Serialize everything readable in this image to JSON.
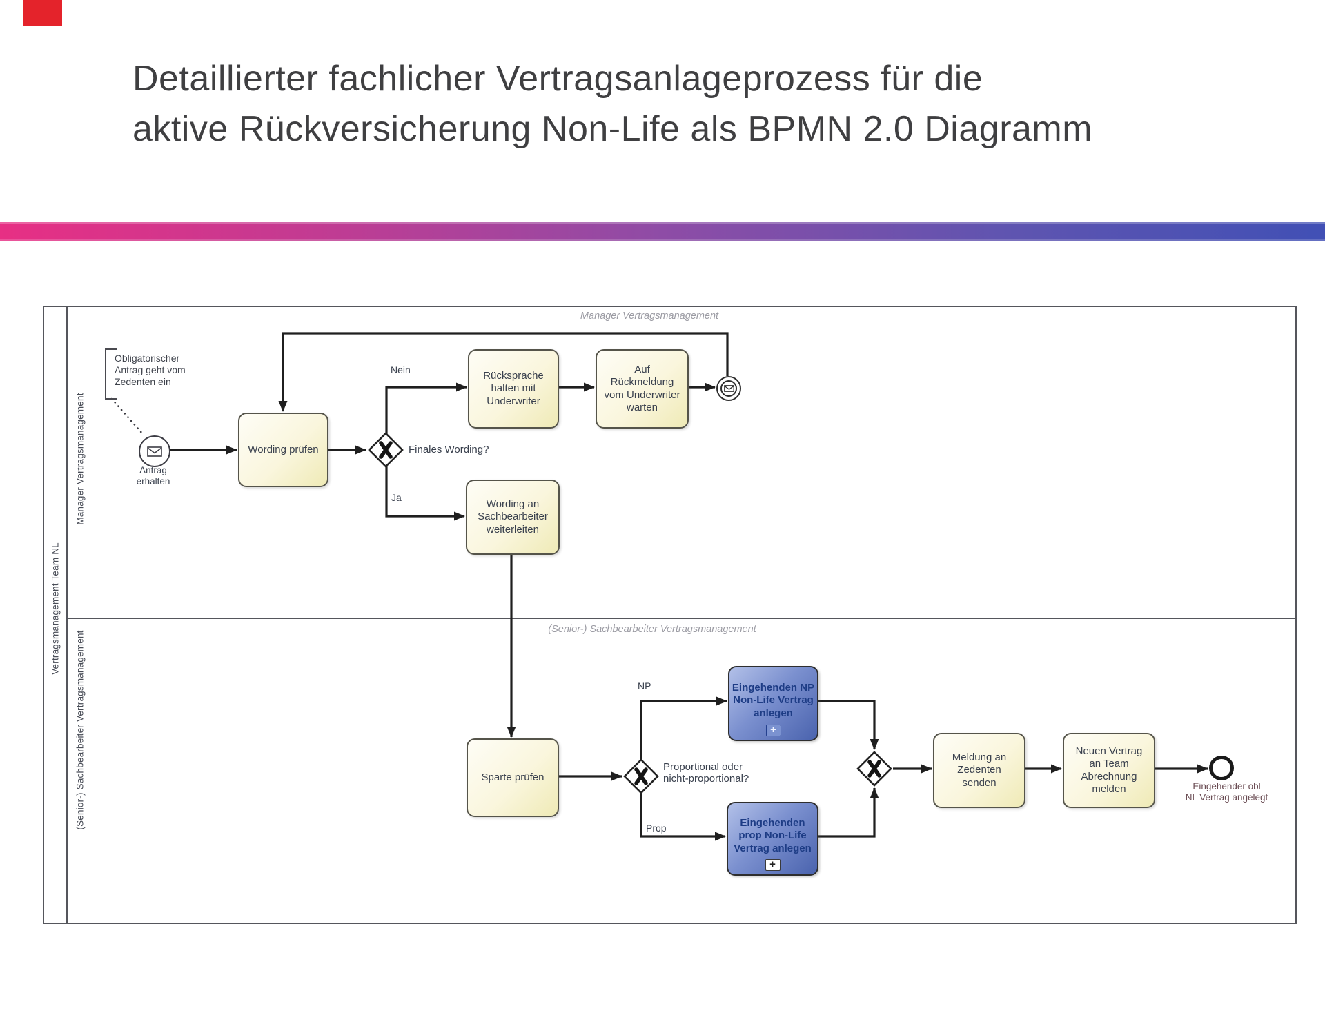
{
  "title": {
    "line1": "Detaillierter fachlicher Vertragsanlageprozess für die",
    "line2": "aktive Rückversicherung Non-Life als BPMN 2.0 Diagramm"
  },
  "header": {
    "accent_mark_color": "#e4232b",
    "divider_gradient": [
      "#e72f84",
      "#8e4ca6",
      "#4150b5"
    ]
  },
  "pool": {
    "label": "Vertragsmanagement Team NL",
    "lane1_label": "Manager Vertragsmanagement",
    "lane1_header": "Manager Vertragsmanagement",
    "lane2_label": "(Senior-) Sachbearbeiter Vertragsmanagement",
    "lane2_header": "(Senior-) Sachbearbeiter Vertragsmanagement"
  },
  "nodes": {
    "annotation": "Obligatorischer\nAntrag geht vom\nZedenten ein",
    "start_event": "Antrag\nerhalten",
    "task_wording_pruefen": "Wording prüfen",
    "gateway_finales_wording": "Finales Wording?",
    "flow_nein": "Nein",
    "flow_ja": "Ja",
    "task_ruecksprache": "Rücksprache\nhalten mit\nUnderwriter",
    "task_auf_rueckmeldung": "Auf\nRückmeldung\nvom Underwriter\nwarten",
    "task_wording_weiterleiten": "Wording an\nSachbearbeiter\nweiterleiten",
    "task_sparte_pruefen": "Sparte prüfen",
    "gateway_proportional": "Proportional oder\nnicht-proportional?",
    "flow_np": "NP",
    "flow_prop": "Prop",
    "subprocess_np": "Eingehenden NP\nNon-Life Vertrag\nanlegen",
    "subprocess_prop": "Eingehenden\nprop Non-Life\nVertrag anlegen",
    "task_meldung": "Meldung an\nZedenten\nsenden",
    "task_neuer_vertrag": "Neuen Vertrag\nan Team\nAbrechnung\nmelden",
    "end_event": "Eingehender obl\nNL Vertrag angelegt",
    "subprocess_marker": "+"
  },
  "colors": {
    "task_fill_from": "#fefdf6",
    "task_fill_to": "#efeab6",
    "subprocess_fill_from": "#b2c0e8",
    "subprocess_fill_to": "#4a63ae",
    "subprocess_text": "#1d3c85",
    "flow_line": "#1f1f1f",
    "frame": "#55565c",
    "lane_header_text": "#9b9ba3",
    "end_label_text": "#6a4c53",
    "title_text": "#3f3f41"
  }
}
